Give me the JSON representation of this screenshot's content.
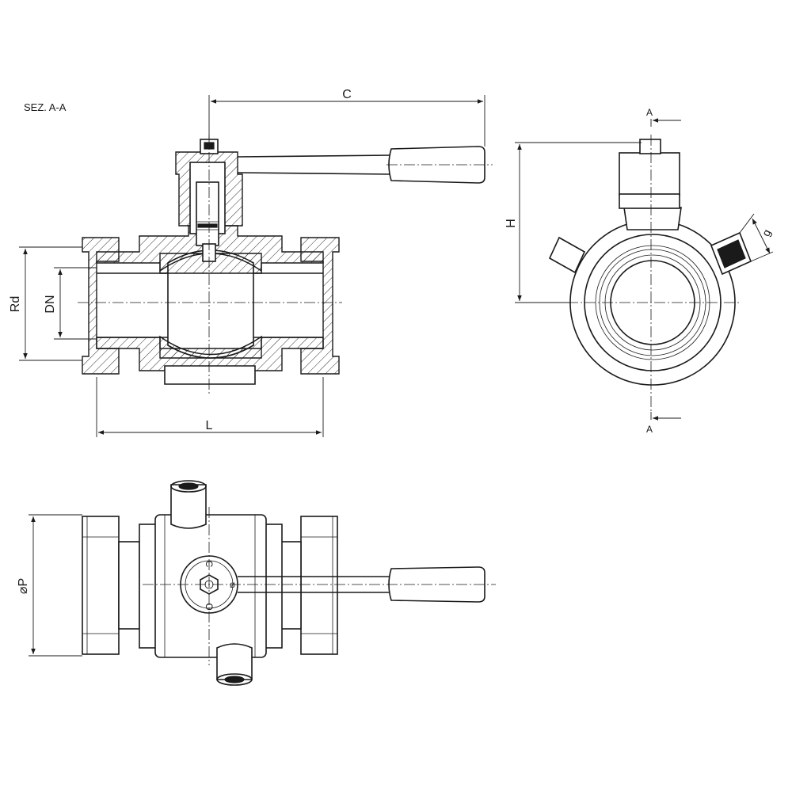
{
  "section_label": "SEZ. A-A",
  "dimensions": {
    "C": "C",
    "H": "H",
    "L": "L",
    "Rd": "Rd",
    "DN": "DN",
    "P": "⌀P",
    "g": "g"
  },
  "section_markers": {
    "top": "A",
    "bottom": "A"
  },
  "dial": {
    "closed": "C",
    "open": "O"
  },
  "colors": {
    "line": "#1a1a1a",
    "background": "#ffffff"
  }
}
